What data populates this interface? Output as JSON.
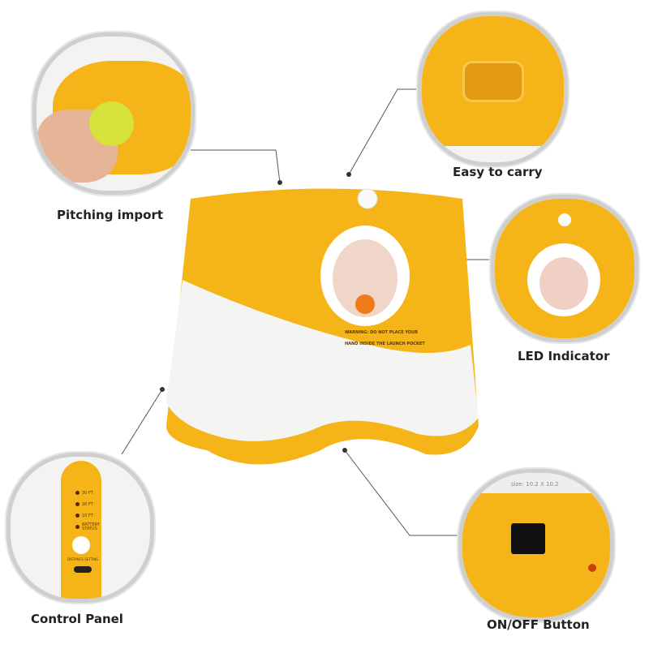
{
  "callouts": [
    {
      "label": "Pitching import"
    },
    {
      "label": "Easy to carry"
    },
    {
      "label": "LED Indicator"
    },
    {
      "label": "Control Panel"
    },
    {
      "label": "ON/OFF Button"
    }
  ],
  "product": {
    "warning_line1": "WARNING: DO NOT PLACE YOUR",
    "warning_line2": "HAND INSIDE THE LAUNCH POCKET",
    "led_labels": [
      "30 FT",
      "20 FT",
      "10 FT",
      "BATTERY STATUS"
    ],
    "distance_setting": "DISTANCE SETTING",
    "size_text": "size: 10.2 X 10.2"
  },
  "colors": {
    "brand_yellow": "#f5b418",
    "body_white": "#f4f4f2"
  }
}
